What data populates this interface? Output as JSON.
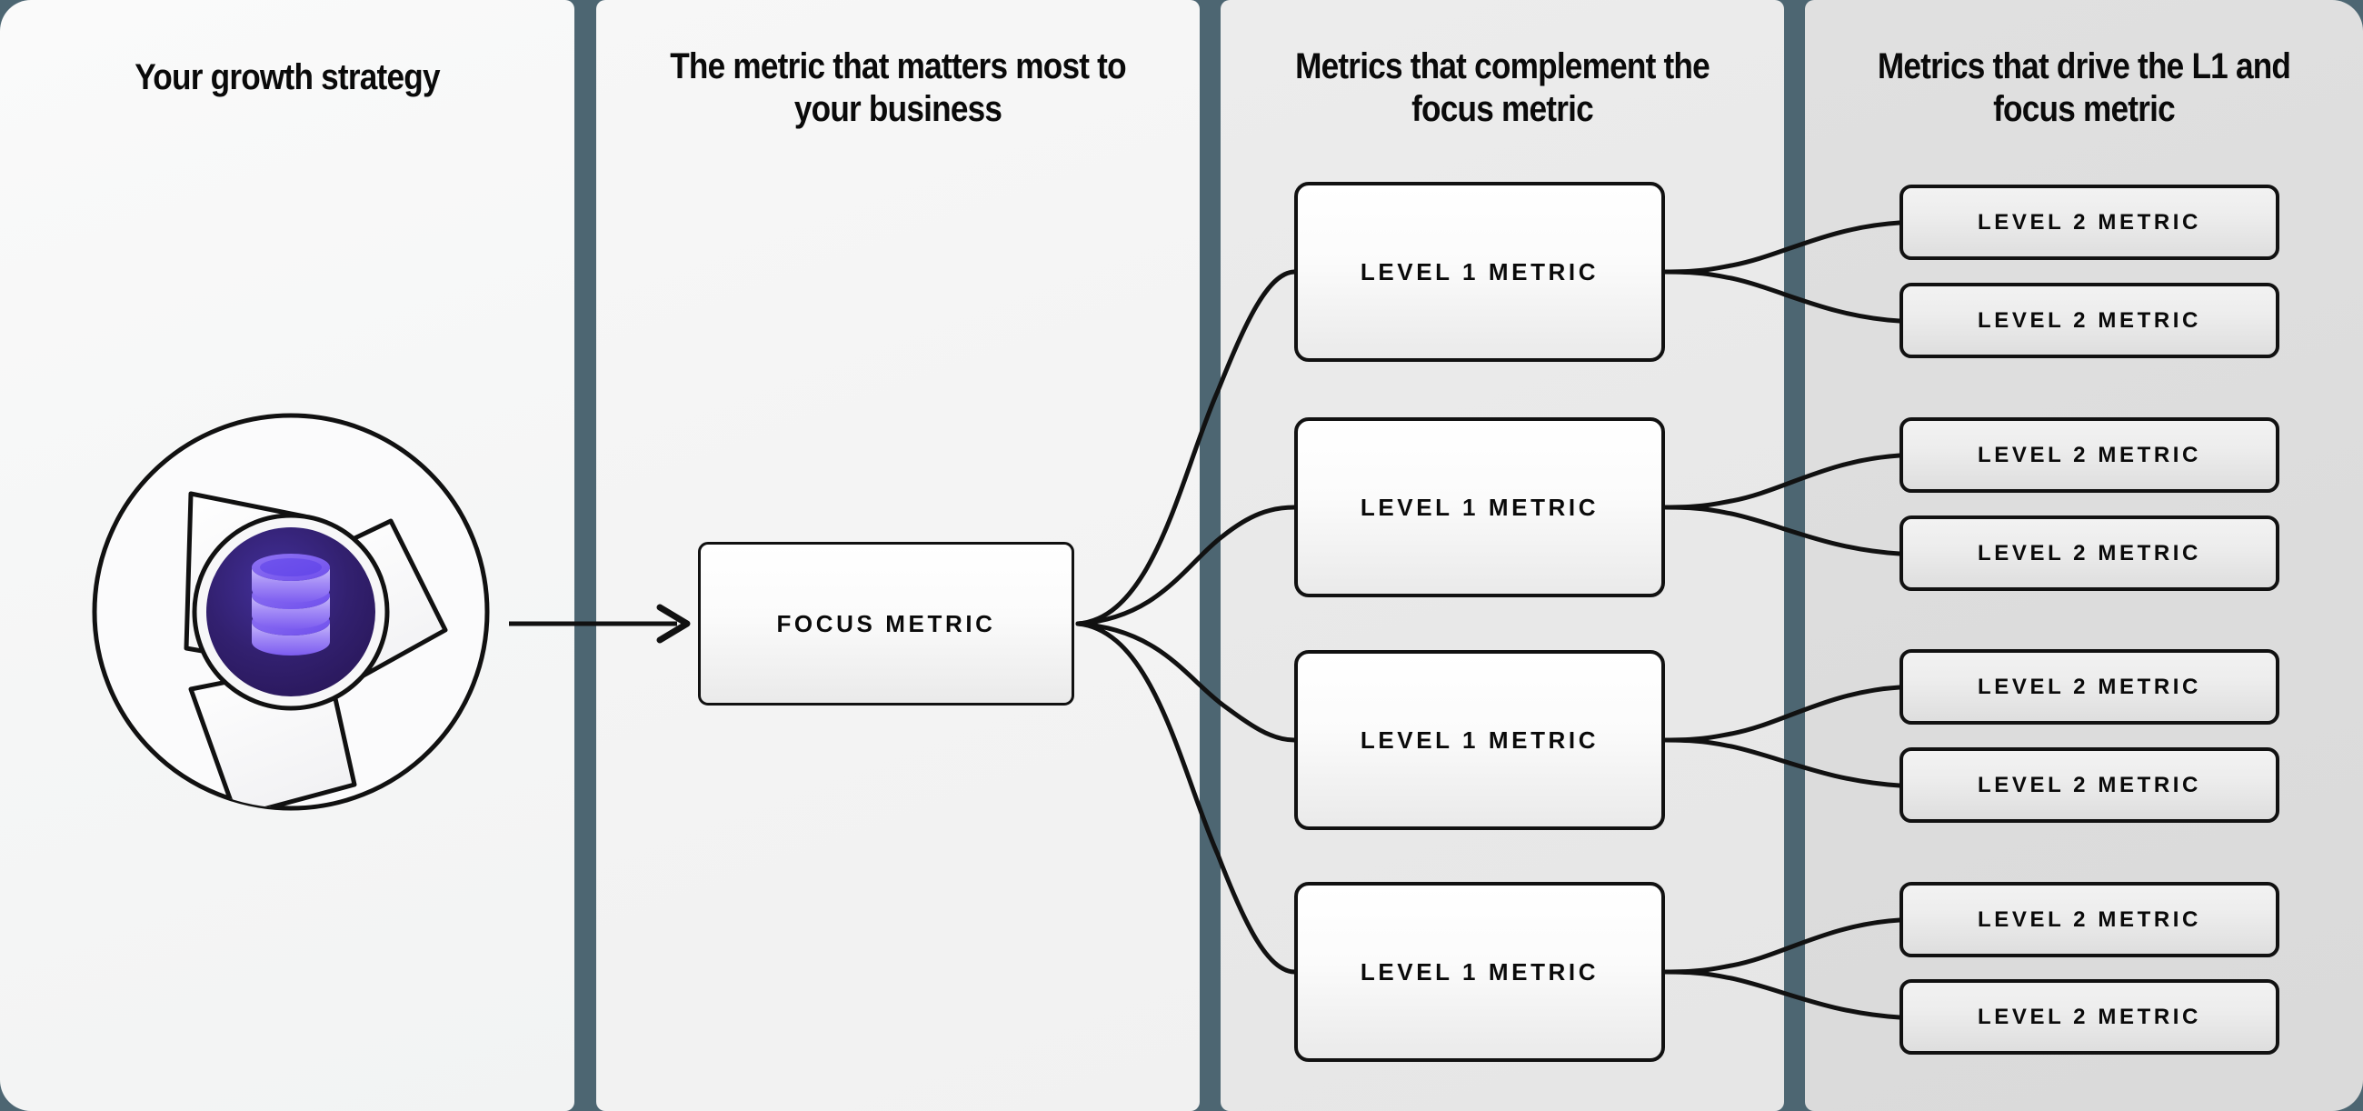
{
  "columns": [
    {
      "id": "strategy",
      "title": "Your growth strategy"
    },
    {
      "id": "focus",
      "title": "The metric that matters most to your business"
    },
    {
      "id": "level1",
      "title": "Metrics that complement the focus metric"
    },
    {
      "id": "level2",
      "title": "Metrics that drive the L1 and focus metric"
    }
  ],
  "logo": {
    "name": "aperture-database-logo",
    "core_color": "#2d1a66",
    "core_color_light": "#3f2a8f",
    "disc_color": "#b7a4f7",
    "disc_color_dark": "#7a5cf0",
    "blade_color": "#fdfdfd",
    "outline_color": "#111111"
  },
  "focus_metric": {
    "label": "FOCUS METRIC"
  },
  "level1_metrics": [
    {
      "label": "LEVEL 1 METRIC"
    },
    {
      "label": "LEVEL 1 METRIC"
    },
    {
      "label": "LEVEL 1 METRIC"
    },
    {
      "label": "LEVEL 1 METRIC"
    }
  ],
  "level2_metrics": [
    {
      "label": "LEVEL 2 METRIC"
    },
    {
      "label": "LEVEL 2 METRIC"
    },
    {
      "label": "LEVEL 2 METRIC"
    },
    {
      "label": "LEVEL 2 METRIC"
    },
    {
      "label": "LEVEL 2 METRIC"
    },
    {
      "label": "LEVEL 2 METRIC"
    },
    {
      "label": "LEVEL 2 METRIC"
    },
    {
      "label": "LEVEL 2 METRIC"
    }
  ],
  "theme": {
    "divider_color": "#4d6672",
    "panel_1_bg": "#f5f6f6",
    "panel_2_bg": "#f3f3f3",
    "panel_3_bg": "#e8e8e8",
    "panel_4_bg": "#dcdcdc",
    "line_color": "#111111",
    "text_color": "#0a0a0a"
  }
}
